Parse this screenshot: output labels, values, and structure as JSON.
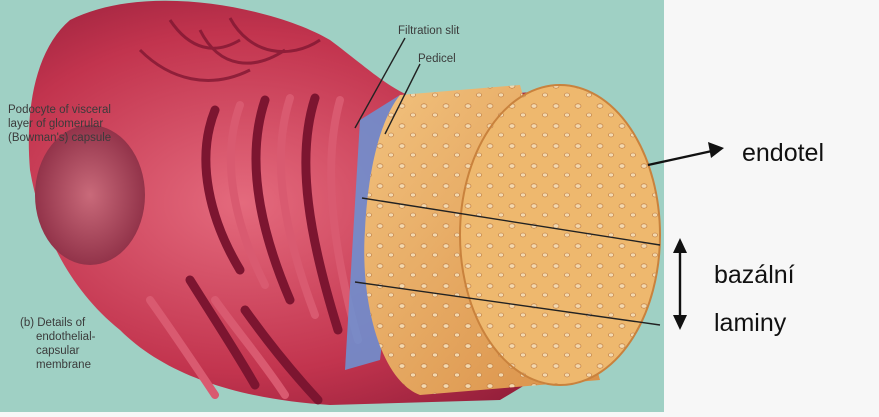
{
  "figure_labels": {
    "filtration_slit": "Filtration slit",
    "pedicel": "Pedicel",
    "podocyte": [
      "Podocyte of visceral",
      "layer of glomerular",
      "(Bowman's) capsule"
    ],
    "details": [
      "(b) Details of",
      "endothelial-",
      "capsular",
      "membrane"
    ]
  },
  "annotations": {
    "endotel": "endotel",
    "bazalni": "bazální",
    "laminy": "laminy"
  },
  "colors": {
    "panel_bg": "#9fd0c4",
    "page_bg": "#f7f7f7",
    "tissue": "#c2344e",
    "tissue_dark": "#7c1530",
    "endothelium": "#e9ad63",
    "pores": "#f3d8ae",
    "basal_band": "#6f8fcf",
    "arrow": "#111111"
  }
}
